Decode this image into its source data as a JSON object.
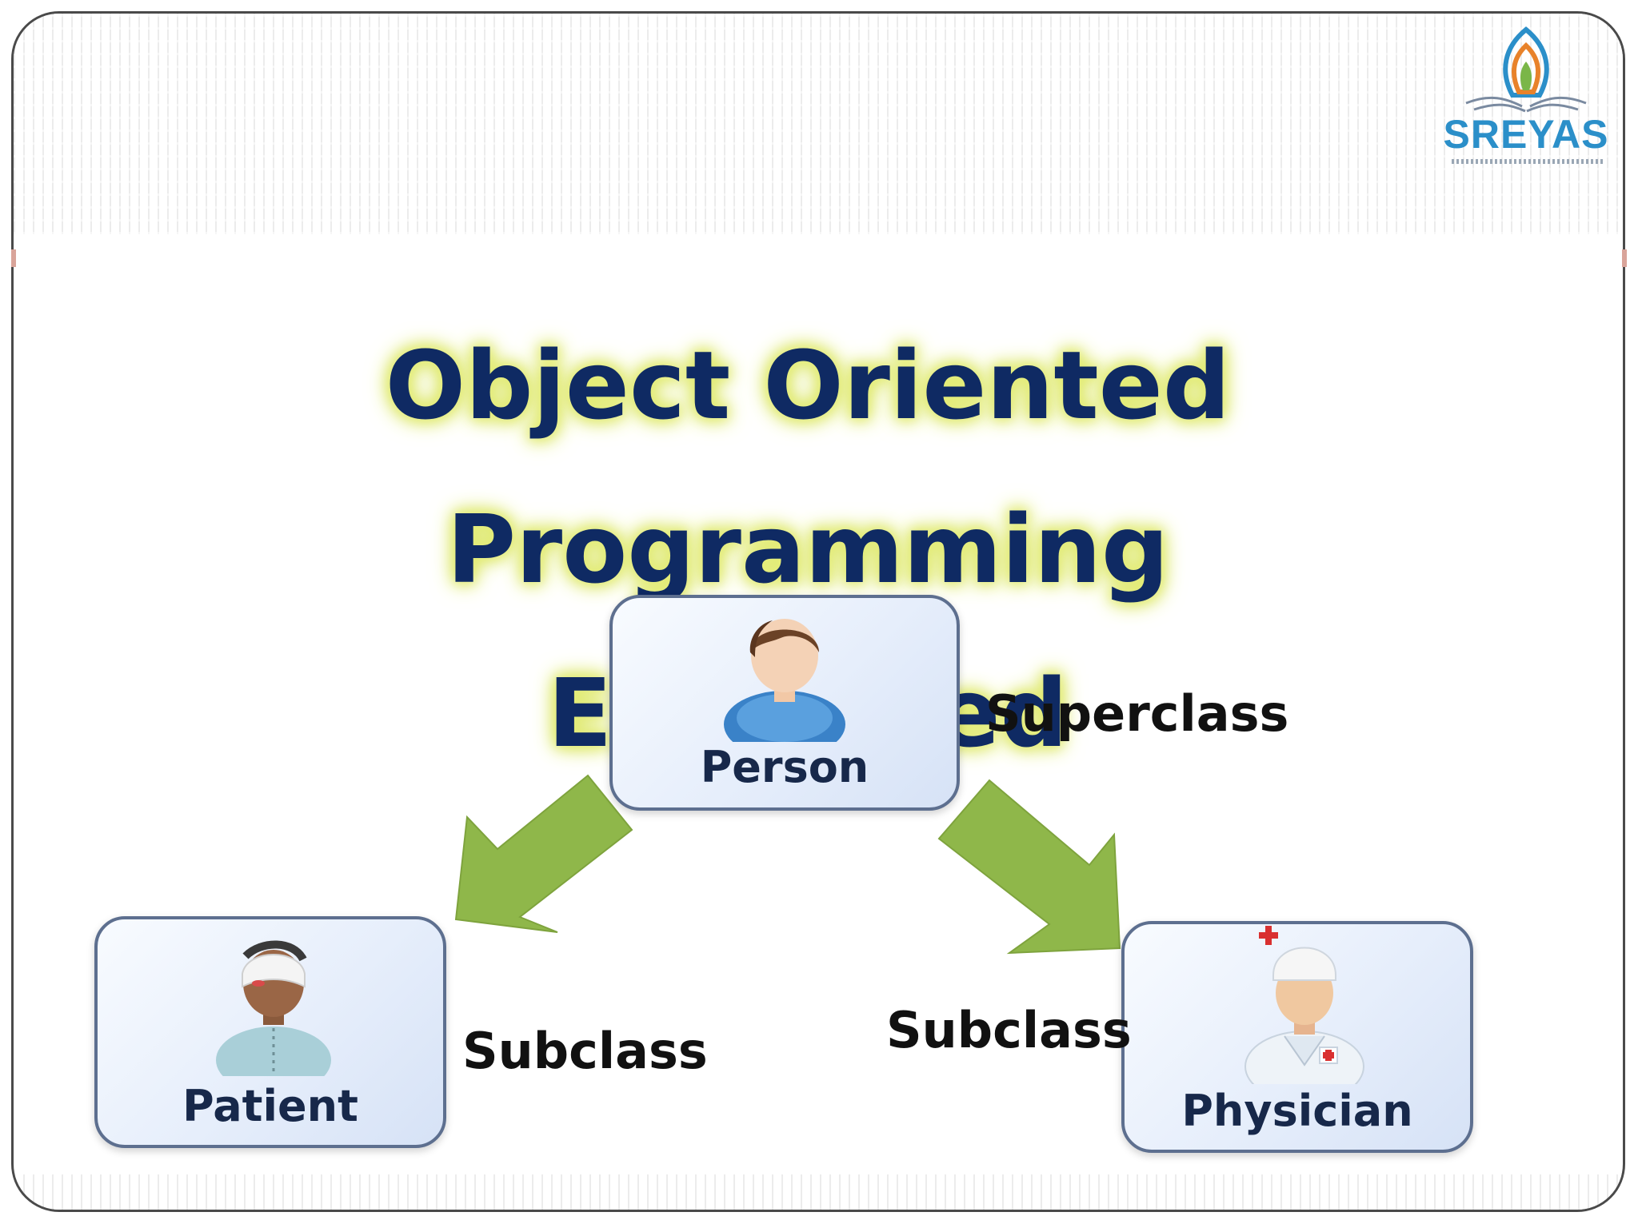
{
  "slide": {
    "logo_text": "SREYAS",
    "title_line1": "Object Oriented Programming",
    "title_line2": "Explained"
  },
  "diagram": {
    "nodes": {
      "person": {
        "label": "Person",
        "icon": "person-icon"
      },
      "patient": {
        "label": "Patient",
        "icon": "patient-icon"
      },
      "physician": {
        "label": "Physician",
        "icon": "physician-icon"
      }
    },
    "relations": {
      "superclass": "Superclass",
      "subclass_left": "Subclass",
      "subclass_right": "Subclass"
    },
    "colors": {
      "arrow_fill": "#8fb74a",
      "box_border": "#5d6f8f",
      "title_text": "#0f2a63",
      "title_glow": "#dde86a",
      "logo_blue": "#2b8fc9"
    }
  }
}
